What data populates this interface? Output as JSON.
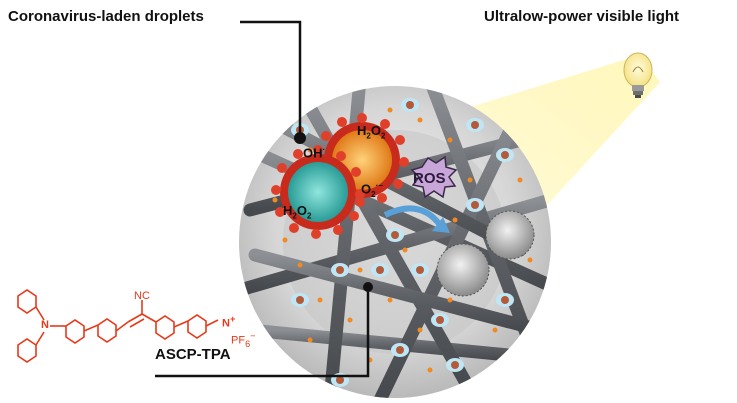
{
  "labels": {
    "droplets": "Coronavirus-laden droplets",
    "light": "Ultralow-power visible light",
    "material": "ASCP-TPA"
  },
  "species": {
    "h2o2_top": {
      "base": "H",
      "sub1": "2",
      "mid": "O",
      "sub2": "2"
    },
    "oh": {
      "base": "OH",
      "sup": "·"
    },
    "o2": {
      "base": "O",
      "sub": "2",
      "sup": "·−"
    },
    "h2o2_bottom": {
      "base": "H",
      "sub1": "2",
      "mid": "O",
      "sub2": "2"
    },
    "ros": "ROS"
  },
  "molecule": {
    "cyano": "NC",
    "amine_n": "N",
    "pyridinium_n": "N",
    "charge": "+",
    "counterion": "PF",
    "counterion_sub": "6",
    "counterion_sup": "−"
  },
  "colors": {
    "molecule": "#e8391a",
    "fiber": "#6b6e73",
    "virus_spike": "#d62a1e",
    "virus_core_teal": "#3bb7b0",
    "virus_core_orange": "#f08a22",
    "light_beam": "#fff3a0",
    "ros_burst": "#c9a6d8"
  }
}
